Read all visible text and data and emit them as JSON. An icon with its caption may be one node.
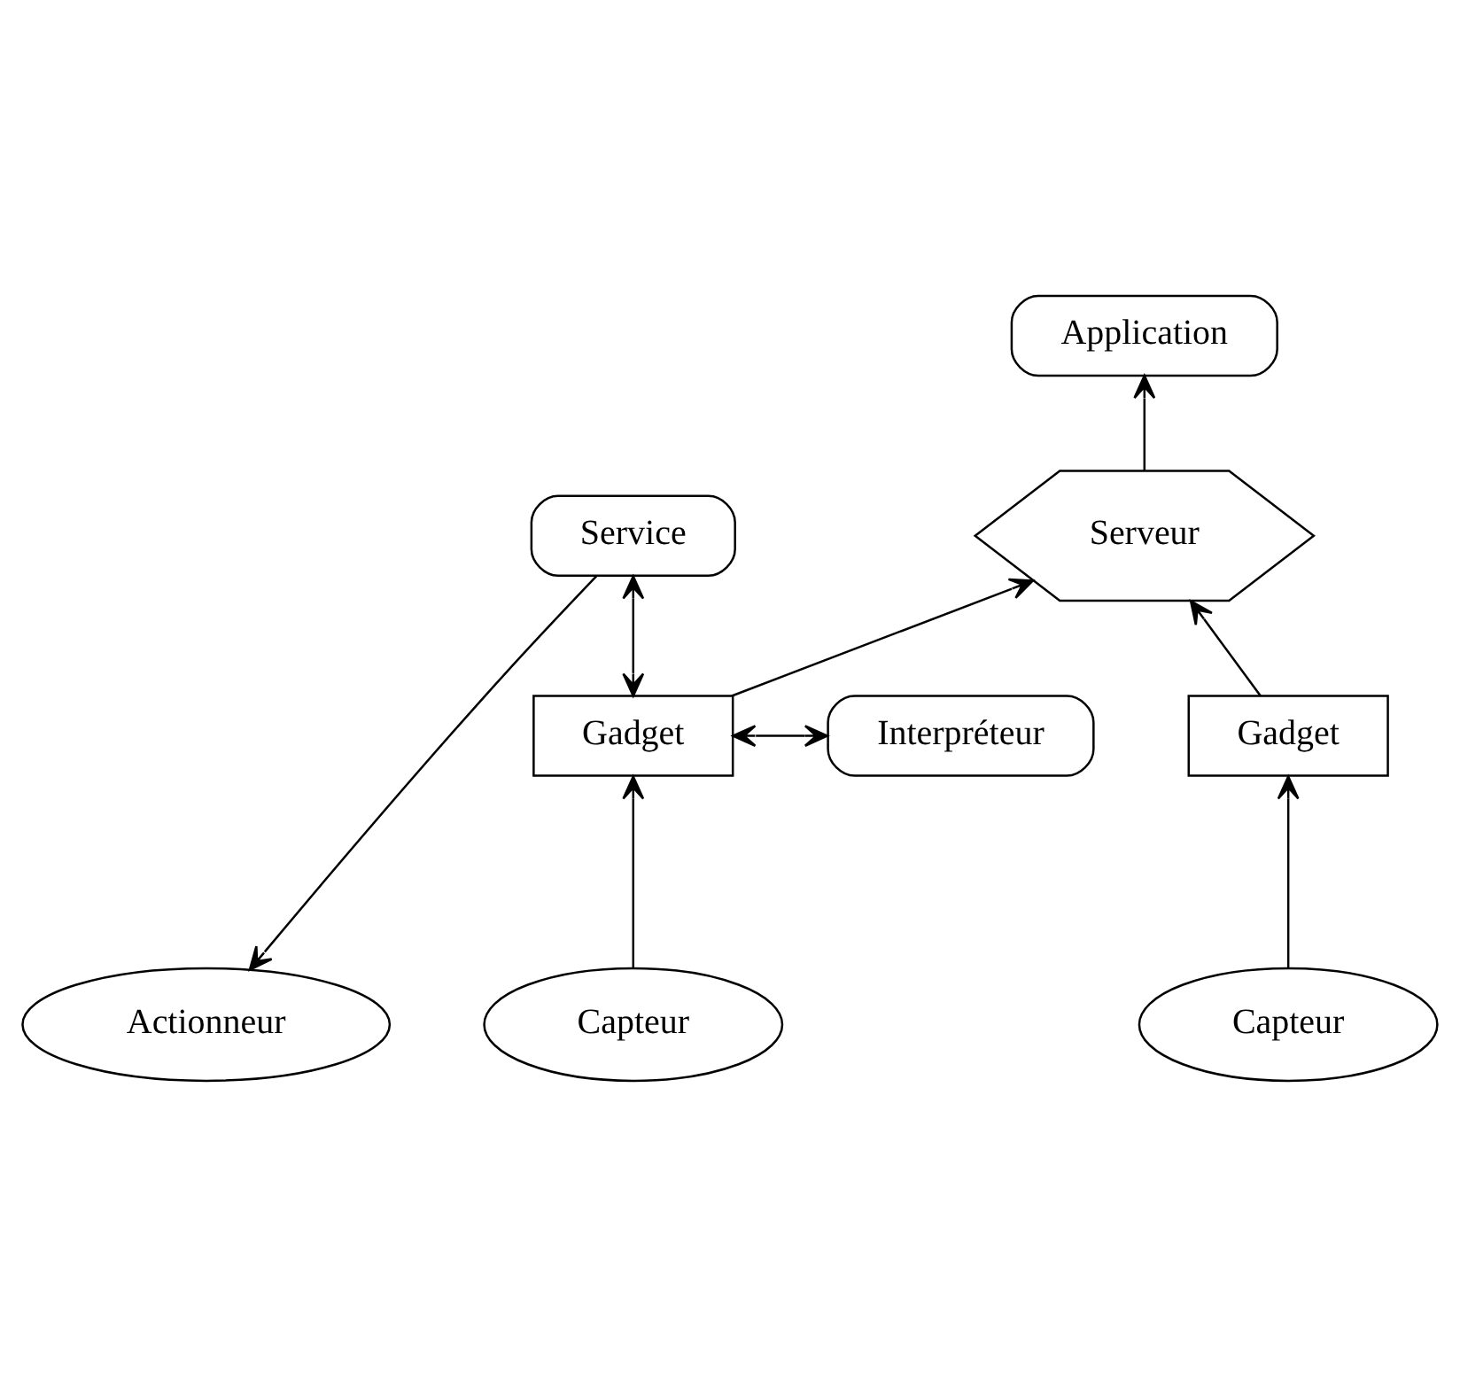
{
  "diagram": {
    "nodes": [
      {
        "text": [
          "Application"
        ]
      },
      {
        "text": [
          "Serveur"
        ]
      },
      {
        "text": [
          "Interpréteur"
        ]
      },
      {
        "text": [
          "Gadget"
        ]
      },
      {
        "text": [
          "Gadget"
        ]
      },
      {
        "text": [
          "Service"
        ]
      },
      {
        "text": [
          "Capteur"
        ]
      },
      {
        "text": [
          "Capteur"
        ]
      },
      {
        "text": [
          "Actionneur"
        ]
      }
    ],
    "edges": [
      {
        "from": 1,
        "to": 0,
        "arrow": "to"
      },
      {
        "from": 3,
        "to": 1,
        "arrow": "to"
      },
      {
        "from": 4,
        "to": 1,
        "arrow": "to"
      },
      {
        "from": 2,
        "to": 3,
        "arrow": "both"
      },
      {
        "from": 3,
        "to": 5,
        "arrow": "both"
      },
      {
        "from": 6,
        "to": 3,
        "arrow": "to"
      },
      {
        "from": 7,
        "to": 4,
        "arrow": "to"
      },
      {
        "from": 5,
        "to": 8,
        "arrow": "to"
      }
    ]
  }
}
